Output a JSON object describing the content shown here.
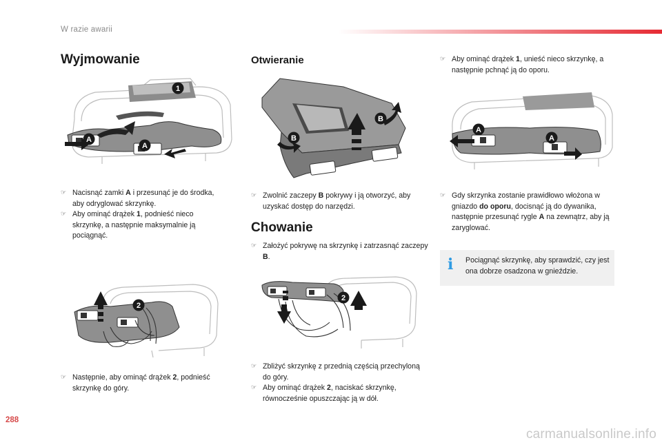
{
  "header": {
    "section": "W razie awarii"
  },
  "col1": {
    "title": "Wyjmowanie",
    "steps1": [
      {
        "pre": "Nacisnąć zamki ",
        "bold": "A",
        "post": " i przesunąć je do środka, aby odryglować skrzynkę."
      },
      {
        "pre": "Aby ominąć drążek ",
        "bold": "1",
        "post": ", podnieść nieco skrzynkę, a następnie maksymalnie ją pociągnąć."
      }
    ],
    "steps2": [
      {
        "pre": "Następnie, aby ominąć drążek ",
        "bold": "2",
        "post": ", podnieść skrzynkę do góry."
      }
    ]
  },
  "col2": {
    "title": "Otwieranie",
    "steps1": [
      {
        "pre": "Zwolnić zaczepy ",
        "bold": "B",
        "post": " pokrywy i ją otworzyć, aby uzyskać dostęp do narzędzi."
      }
    ],
    "title2": "Chowanie",
    "steps2": [
      {
        "pre": "Założyć pokrywę na skrzynkę i zatrzasnąć zaczepy ",
        "bold": "B",
        "post": "."
      }
    ],
    "steps3": [
      {
        "pre": "Zbliżyć skrzynkę z przednią częścią przechyloną do góry.",
        "bold": "",
        "post": ""
      },
      {
        "pre": "Aby ominąć drążek ",
        "bold": "2",
        "post": ", naciskać skrzynkę, równocześnie opuszczając ją w dół."
      }
    ]
  },
  "col3": {
    "steps1": [
      {
        "pre": "Aby ominąć drążek ",
        "bold": "1",
        "post": ", unieść nieco skrzynkę, a następnie pchnąć ją do oporu."
      }
    ],
    "steps2": [
      {
        "pre": "Gdy skrzynka zostanie prawidłowo włożona w gniazdo ",
        "bold": "do oporu",
        "post": ", docisnąć ją do dywanika, następnie przesunąć rygle ",
        "bold2": "A",
        "post2": " na zewnątrz, aby ją zaryglować."
      }
    ],
    "info": {
      "icon": "i",
      "text": "Pociągnąć skrzynkę, aby sprawdzić, czy jest ona dobrze osadzona w gnieździe."
    }
  },
  "labels": {
    "a": "A",
    "b": "B",
    "one": "1",
    "two": "2"
  },
  "colors": {
    "accent": "#e62a33",
    "info_icon": "#2f9be3",
    "badge": "#1a1a1a"
  },
  "footer": {
    "page": "288",
    "watermark": "carmanualsonline.info"
  }
}
